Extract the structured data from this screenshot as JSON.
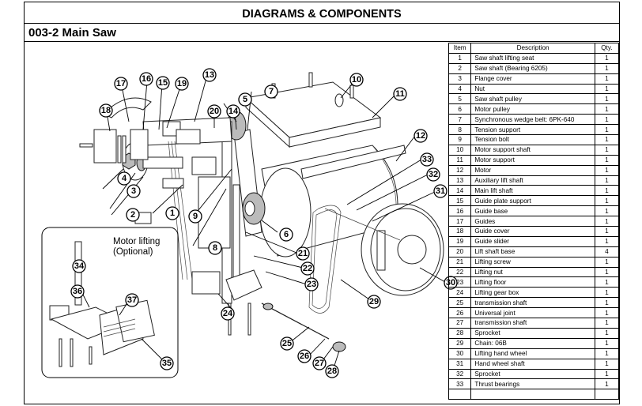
{
  "document": {
    "title": "DIAGRAMS & COMPONENTS",
    "section": "003-2 Main Saw"
  },
  "diagram": {
    "inset_label_line1": "Motor lifting",
    "inset_label_line2": "(Optional)",
    "callouts": [
      "1",
      "2",
      "3",
      "4",
      "5",
      "6",
      "7",
      "8",
      "9",
      "10",
      "11",
      "12",
      "13",
      "14",
      "15",
      "16",
      "17",
      "18",
      "19",
      "20",
      "21",
      "22",
      "23",
      "24",
      "25",
      "26",
      "27",
      "28",
      "29",
      "30",
      "31",
      "32",
      "33",
      "34",
      "35",
      "36",
      "37"
    ]
  },
  "parts_table": {
    "headers": {
      "item": "Item",
      "description": "Description",
      "qty": "Qty."
    },
    "rows": [
      {
        "item": "1",
        "description": "Saw shaft lifting seat",
        "qty": "1"
      },
      {
        "item": "2",
        "description": "Saw shaft (Bearing 6205)",
        "qty": "1"
      },
      {
        "item": "3",
        "description": "Flange cover",
        "qty": "1"
      },
      {
        "item": "4",
        "description": "Nut",
        "qty": "1"
      },
      {
        "item": "5",
        "description": "Saw shaft pulley",
        "qty": "1"
      },
      {
        "item": "6",
        "description": "Motor pulley",
        "qty": "1"
      },
      {
        "item": "7",
        "description": "Synchronous wedge belt: 6PK-640",
        "qty": "1"
      },
      {
        "item": "8",
        "description": "Tension support",
        "qty": "1"
      },
      {
        "item": "9",
        "description": "Tension bolt",
        "qty": "1"
      },
      {
        "item": "10",
        "description": "Motor support shaft",
        "qty": "1"
      },
      {
        "item": "11",
        "description": "Motor support",
        "qty": "1"
      },
      {
        "item": "12",
        "description": "Motor",
        "qty": "1"
      },
      {
        "item": "13",
        "description": "Auxiliary lift shaft",
        "qty": "1"
      },
      {
        "item": "14",
        "description": "Main lift shaft",
        "qty": "1"
      },
      {
        "item": "15",
        "description": "Guide plate support",
        "qty": "1"
      },
      {
        "item": "16",
        "description": "Guide base",
        "qty": "1"
      },
      {
        "item": "17",
        "description": "Guides",
        "qty": "1"
      },
      {
        "item": "18",
        "description": "Guide cover",
        "qty": "1"
      },
      {
        "item": "19",
        "description": "Guide slider",
        "qty": "1"
      },
      {
        "item": "20",
        "description": "Lift shaft base",
        "qty": "4"
      },
      {
        "item": "21",
        "description": "Lifting screw",
        "qty": "1"
      },
      {
        "item": "22",
        "description": "Lifting nut",
        "qty": "1"
      },
      {
        "item": "23",
        "description": "Lifting floor",
        "qty": "1"
      },
      {
        "item": "24",
        "description": "Lifting gear box",
        "qty": "1"
      },
      {
        "item": "25",
        "description": "transmission shaft",
        "qty": "1"
      },
      {
        "item": "26",
        "description": "Universal joint",
        "qty": "1"
      },
      {
        "item": "27",
        "description": "transmission shaft",
        "qty": "1"
      },
      {
        "item": "28",
        "description": "Sprocket",
        "qty": "1"
      },
      {
        "item": "29",
        "description": "Chain: 06B",
        "qty": "1"
      },
      {
        "item": "30",
        "description": "Lifting hand wheel",
        "qty": "1"
      },
      {
        "item": "31",
        "description": "Hand wheel shaft",
        "qty": "1"
      },
      {
        "item": "32",
        "description": "Sprocket",
        "qty": "1"
      },
      {
        "item": "33",
        "description": "Thrust bearings",
        "qty": "1"
      },
      {
        "item": "",
        "description": "",
        "qty": ""
      }
    ]
  }
}
